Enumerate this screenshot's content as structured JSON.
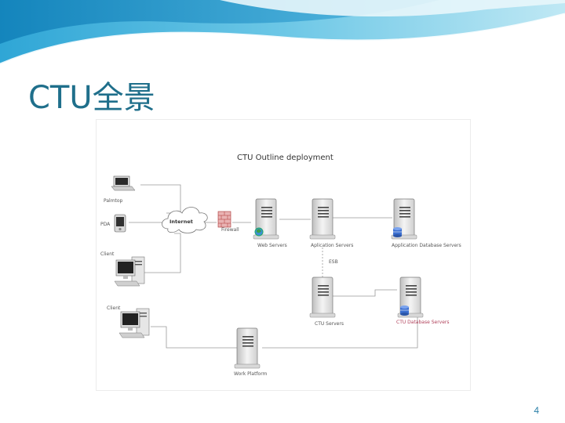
{
  "slide": {
    "title": "CTU全景",
    "page_number": "4"
  },
  "diagram": {
    "title": "CTU Outline deployment",
    "labels": {
      "palmtop": "Palmtop",
      "pda": "PDA",
      "client1": "Client",
      "client2": "Client",
      "internet": "Internet",
      "firewall": "Firewall",
      "web_servers": "Web Servers",
      "application_servers": "Aplication Servers",
      "app_db_servers": "Application Database Servers",
      "esb": "ESB",
      "ctu_servers": "CTU Servers",
      "ctu_db_servers": "CTU Database Servers",
      "work_platform": "Work Platform"
    }
  },
  "colors": {
    "title": "#1f6f8b",
    "page_number": "#2a7fa8",
    "ctu_db_label": "#b0405a"
  }
}
